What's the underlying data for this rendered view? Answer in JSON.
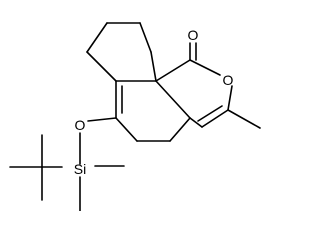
{
  "molecule": {
    "atoms": {
      "carbonyl_oxygen": "O",
      "ring_oxygen": "O",
      "ether_oxygen": "O",
      "silicon": "Si"
    },
    "colors": {
      "bond": "#000000",
      "label": "#000000",
      "background": "#ffffff"
    }
  }
}
